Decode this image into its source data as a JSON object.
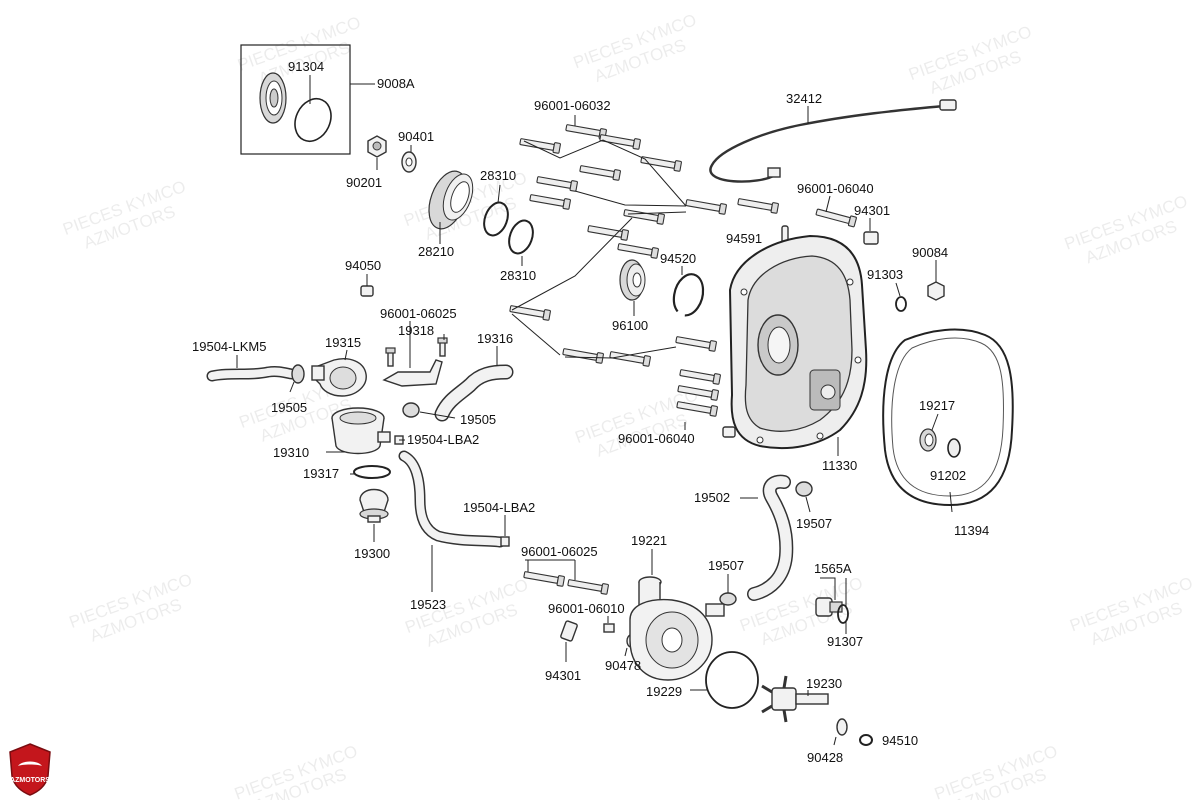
{
  "watermark": {
    "line1": "PIECES KYMCO",
    "line2": "AZMOTORS"
  },
  "logo": {
    "text": "AZMOTORS",
    "color": "#c4161c"
  },
  "parts": [
    {
      "key": "p91304",
      "ref": "91304"
    },
    {
      "key": "p9008A",
      "ref": "9008A"
    },
    {
      "key": "p90401",
      "ref": "90401"
    },
    {
      "key": "p90201",
      "ref": "90201"
    },
    {
      "key": "p28310a",
      "ref": "28310"
    },
    {
      "key": "p28310b",
      "ref": "28310"
    },
    {
      "key": "p28210",
      "ref": "28210"
    },
    {
      "key": "p96001_06032",
      "ref": "96001-06032"
    },
    {
      "key": "p32412",
      "ref": "32412"
    },
    {
      "key": "p96001_06040a",
      "ref": "96001-06040"
    },
    {
      "key": "p94301a",
      "ref": "94301"
    },
    {
      "key": "p94591",
      "ref": "94591"
    },
    {
      "key": "p94050",
      "ref": "94050"
    },
    {
      "key": "p94520",
      "ref": "94520"
    },
    {
      "key": "p90084",
      "ref": "90084"
    },
    {
      "key": "p91303",
      "ref": "91303"
    },
    {
      "key": "p96100",
      "ref": "96100"
    },
    {
      "key": "p96001_06025a",
      "ref": "96001-06025"
    },
    {
      "key": "p19318",
      "ref": "19318"
    },
    {
      "key": "p19504_LKM5",
      "ref": "19504-LKM5"
    },
    {
      "key": "p19315",
      "ref": "19315"
    },
    {
      "key": "p19316",
      "ref": "19316"
    },
    {
      "key": "p19505a",
      "ref": "19505"
    },
    {
      "key": "p19505b",
      "ref": "19505"
    },
    {
      "key": "p19217",
      "ref": "19217"
    },
    {
      "key": "p19310",
      "ref": "19310"
    },
    {
      "key": "p19504_LBA2a",
      "ref": "19504-LBA2"
    },
    {
      "key": "p96001_06040b",
      "ref": "96001-06040"
    },
    {
      "key": "p11330",
      "ref": "11330"
    },
    {
      "key": "p91202",
      "ref": "91202"
    },
    {
      "key": "p19317",
      "ref": "19317"
    },
    {
      "key": "p19502",
      "ref": "19502"
    },
    {
      "key": "p19507a",
      "ref": "19507"
    },
    {
      "key": "p11394",
      "ref": "11394"
    },
    {
      "key": "p19504_LBA2b",
      "ref": "19504-LBA2"
    },
    {
      "key": "p19300",
      "ref": "19300"
    },
    {
      "key": "p19221",
      "ref": "19221"
    },
    {
      "key": "p96001_06025b",
      "ref": "96001-06025"
    },
    {
      "key": "p19507b",
      "ref": "19507"
    },
    {
      "key": "p1565A",
      "ref": "1565A"
    },
    {
      "key": "p19523",
      "ref": "19523"
    },
    {
      "key": "p96001_06010",
      "ref": "96001-06010"
    },
    {
      "key": "p91307",
      "ref": "91307"
    },
    {
      "key": "p94301b",
      "ref": "94301"
    },
    {
      "key": "p90478",
      "ref": "90478"
    },
    {
      "key": "p19229",
      "ref": "19229"
    },
    {
      "key": "p19230",
      "ref": "19230"
    },
    {
      "key": "p94510",
      "ref": "94510"
    },
    {
      "key": "p90428",
      "ref": "90428"
    }
  ]
}
